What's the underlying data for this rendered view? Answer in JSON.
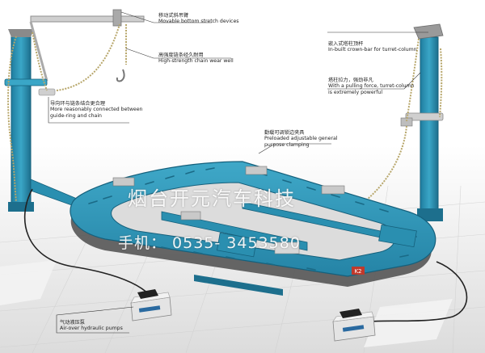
{
  "callouts": {
    "crane": {
      "zh": "移动式斜吊臂",
      "en": "Movable bottom stretch devices"
    },
    "chain": {
      "zh": "高强度链条经久耐用",
      "en": "High-strength chain wear well"
    },
    "crown_bar": {
      "zh": "嵌入式塔柱顶杆",
      "en": "In-built crown-bar for turret-column"
    },
    "pulling_force": {
      "zh": "塔柱拉力，强劲非凡",
      "en1": "With a pulling force, turret-column",
      "en2": "is extremely powerful"
    },
    "guide_ring": {
      "zh": "导向环与链条结合更合理",
      "en1": "More reasonably connected between",
      "en2": "guide-ring and chain"
    },
    "clamping": {
      "zh": "勤载可调锁边夹具",
      "en1": "Preloaded adjustable general",
      "en2": "purpose clamping"
    },
    "pump": {
      "zh": "气动液压泵",
      "en": "Air-over hydraulic pumps"
    }
  },
  "watermark": {
    "company": "烟台开元汽车科技",
    "phone": "手机： 0535- 3453580"
  },
  "platform_mark": "K2",
  "colors": {
    "frame": "#2a8fb0",
    "frame_dark": "#1a6a86",
    "background": "#ffffff",
    "floor_tile": "#e8e8e8"
  }
}
